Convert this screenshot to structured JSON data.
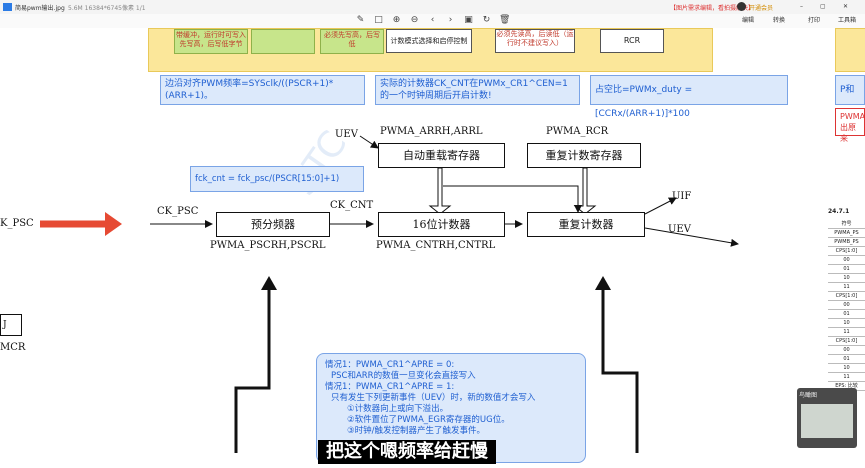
{
  "window": {
    "app_title": "简易pwm输出.jpg",
    "file_info": "5.6M  16384*6745像素  1/1"
  },
  "toolbar": {
    "icons": [
      "pen-icon",
      "square-icon",
      "zoom-in-icon",
      "zoom-out-icon",
      "prev-icon",
      "next-icon",
      "picture-icon",
      "trash-icon"
    ],
    "ad_text": "【图片需求编辑，看拍摄解决】",
    "open_vip": "开通会员",
    "edit_label": "编辑",
    "convert_label": "转换",
    "print_label": "打印",
    "tools_label": "工具箱"
  },
  "yellow_panel": {
    "boxes": [
      "带缓冲，运行时可写入\n先写高，后写低字节",
      "",
      "必须先写高，后写低",
      "计数模式选择和启停控制",
      "必须先读高，后读低（运\n行时不建议写入）",
      "RCR"
    ]
  },
  "formulas": {
    "freq": "边沿对齐PWM频率=SYSclk/((PSCR+1)*(ARR+1)。",
    "counter": "实际的计数器CK_CNT在PWMx_CR1^CEN=1的一个时钟周期后开启计数!",
    "duty": "占空比=PWMx_duty = [CCRx/(ARR+1)]*100",
    "fck": "fck_cnt = fck_psc/(PSCR[15:0]+1)",
    "right_p": "P和N",
    "right_pwma": "PWMA\n出原来"
  },
  "diagram": {
    "uev_top": "UEV",
    "arr_label": "PWMA_ARRH,ARRL",
    "rcr_label": "PWMA_RCR",
    "arr_box": "自动重载寄存器",
    "rcr_box": "重复计数寄存器",
    "ck_psc": "CK_PSC",
    "left_ck_psc": "K_PSC",
    "ck_cnt": "CK_CNT",
    "prescaler_box": "预分频器",
    "counter_box": "16位计数器",
    "repeat_box": "重复计数器",
    "uif": "UIF",
    "uev_right": "UEV",
    "pscr_label": "PWMA_PSCRH,PSCRL",
    "cntr_label": "PWMA_CNTRH,CNTRL",
    "left_box": "J",
    "left_mcr": "MCR"
  },
  "note": {
    "line1": "情况1：PWMA_CR1^APRE = 0:",
    "line2": "PSC和ARR的数值一旦变化会直接写入",
    "line3": "情况1：PWMA_CR1^APRE = 1:",
    "line4": "只有发生下列更新事件（UEV）时，新的数值才会写入",
    "item1": "①计数器向上或向下溢出。",
    "item2": "②软件置位了PWMA_EGR寄存器的UG位。",
    "item3": "③时钟/触发控制器产生了触发事件。"
  },
  "right_doc": {
    "heading": "24.7.1",
    "rows": [
      "符号",
      "PWMA_PS",
      "PWMB_PS",
      "CPS[1:0]",
      "00",
      "01",
      "10",
      "11",
      "CPS[1:0]",
      "00",
      "01",
      "10",
      "11",
      "CPS[1:0]",
      "00",
      "01",
      "10",
      "11",
      "EPS: 比较"
    ]
  },
  "popup": {
    "title": "鸟瞰图"
  },
  "subtitle": "把这个嗯频率给赶慢",
  "watermark": "STC",
  "colors": {
    "arrow_red": "#e64a33",
    "blue_text": "#1f5fd1",
    "yellow_bg": "#fbe79a"
  }
}
